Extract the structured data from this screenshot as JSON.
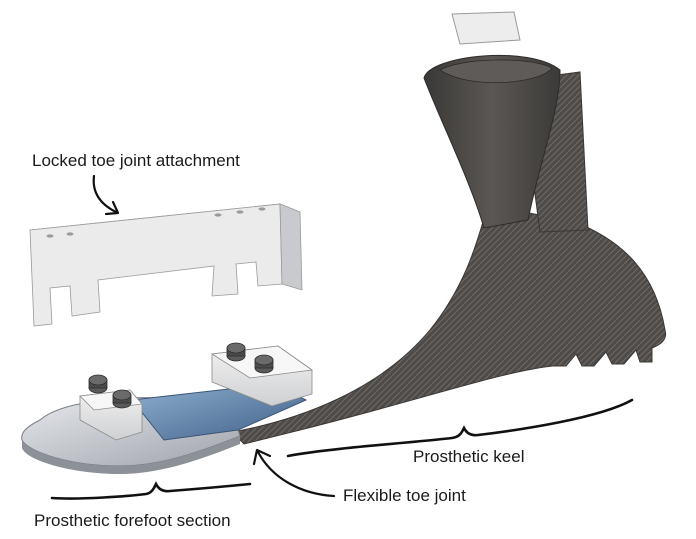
{
  "labels": {
    "locked_toe_joint_attachment": "Locked toe joint attachment",
    "prosthetic_keel": "Prosthetic keel",
    "flexible_toe_joint": "Flexible toe joint",
    "prosthetic_forefoot_section": "Prosthetic forefoot section"
  },
  "colors": {
    "background": "#ffffff",
    "carbon_fiber": "#4a4744",
    "aluminum_plate": "#b9bcc2",
    "toe_joint_rubber": "#5b7fa8",
    "screw": "#555555",
    "text": "#1a1a1a"
  },
  "icons": {
    "callout_arrow": "curved-arrow-icon",
    "bracket": "curly-brace-icon"
  }
}
